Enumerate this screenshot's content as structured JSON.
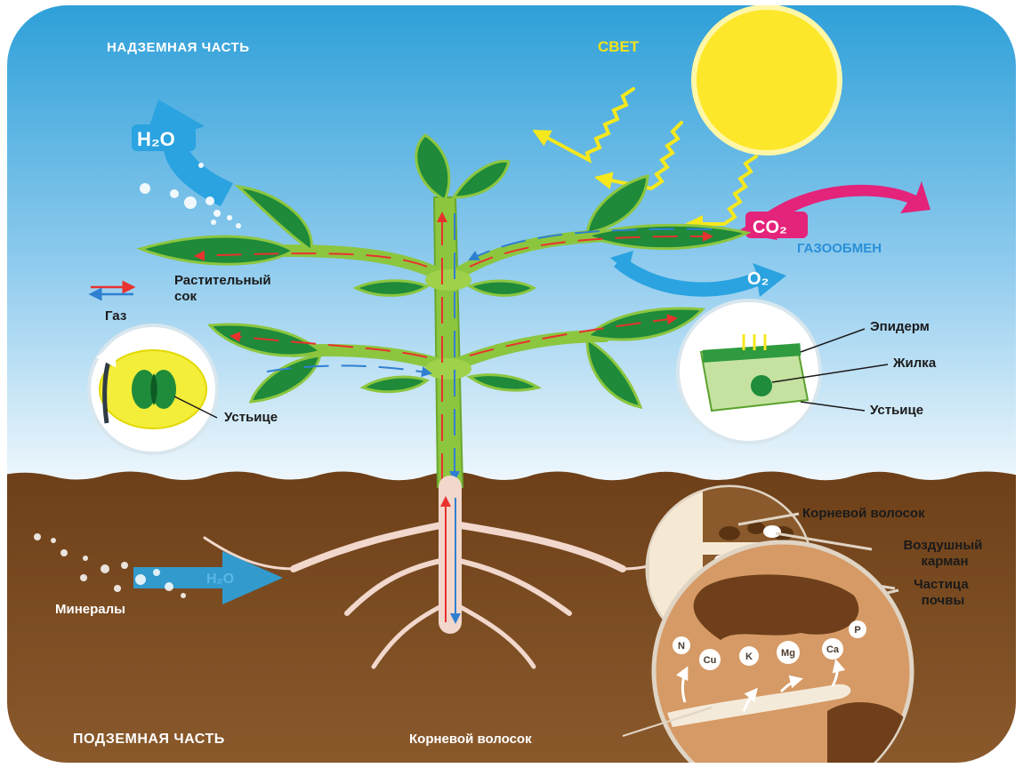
{
  "sections": {
    "above_ground": "НАДЗЕМНАЯ ЧАСТЬ",
    "below_ground": "ПОДЗЕМНАЯ ЧАСТЬ"
  },
  "labels": {
    "light": "СВЕТ",
    "gas_exchange": "ГАЗООБМЕН",
    "h2o_top": "H₂O",
    "co2": "CO₂",
    "o2": "O₂",
    "h2o_soil": "H₂O",
    "minerals": "Минералы"
  },
  "legend": {
    "sap": "Растительный сок",
    "sap_line1": "Растительный",
    "sap_line2": "сок",
    "gas": "Газ"
  },
  "stomata_inset": {
    "label": "Устьице"
  },
  "leaf_inset": {
    "epidermis": "Эпидерм",
    "vein": "Жилка",
    "stoma": "Устьице"
  },
  "root_inset": {
    "root_hair": "Корневой волосок",
    "air_pocket_line1": "Воздушный",
    "air_pocket_line2": "карман",
    "soil_particle_line1": "Частица",
    "soil_particle_line2": "почвы",
    "root_hair_bottom": "Корневой волосок"
  },
  "minerals_list": [
    "N",
    "Cu",
    "K",
    "Mg",
    "Ca",
    "P"
  ],
  "colors": {
    "sky_top": "#2c9fd8",
    "sky_bottom": "#e6f3fb",
    "soil": "#7a4a22",
    "leaf": "#1e8a3a",
    "stem": "#8cc63f",
    "sun": "#fde72a",
    "sap_arrow": "#e8322e",
    "gas_arrow": "#2f7fd1",
    "h2o_arrow": "#2aa3e0",
    "co2_arrow": "#e4237a",
    "light_label": "#f2e21c"
  }
}
